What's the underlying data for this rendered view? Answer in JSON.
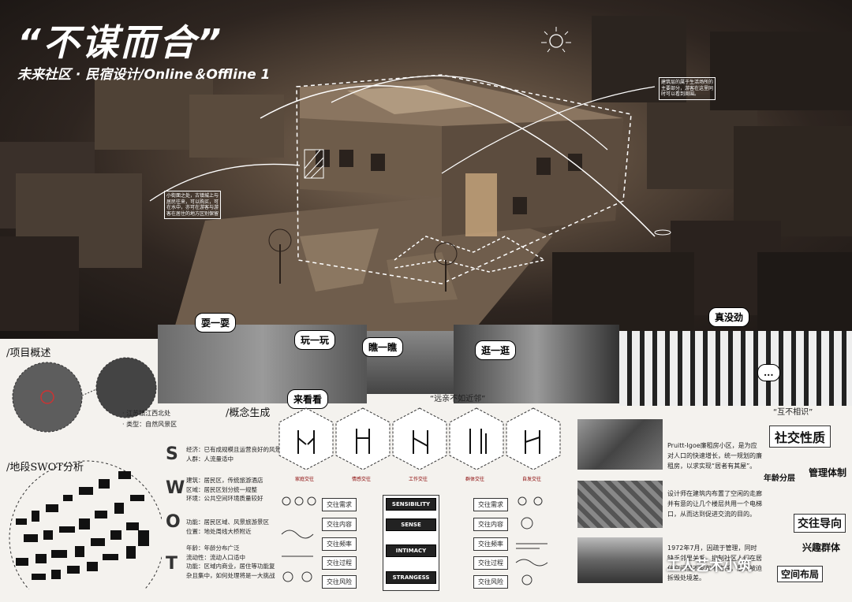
{
  "header": {
    "title": "“不谋而合”",
    "subtitle": "未来社区 · 民宿设计/Online＆Offline 1"
  },
  "hero_notes": {
    "left": "小街面之处，古镇城上与居民往来，可以购买，可在水中，亦可在游客与游客在居住的地方区别保留",
    "right": "建筑层的属于生活场所的主要部分，游客在这里同时可以看到周围。"
  },
  "bubbles": {
    "b1": "耍一耍",
    "b2": "玩一玩",
    "b3": "瞧一瞧",
    "b4": "来看看",
    "b5": "逛一逛",
    "b6": "真没劲",
    "b7": "..."
  },
  "project": {
    "title": "/项目概述",
    "location": "· 江苏镇江西北处",
    "type": "· 类型：自然风景区"
  },
  "swot": {
    "title": "/地段SWOT分析",
    "s_text": [
      "经济：已有成规模且运营良好的风景区",
      "人群：人流量适中"
    ],
    "w_text": [
      "建筑：居民区，传统旅游酒店",
      "区域：居民区划分统一规整",
      "环境：公共空间环境质量较好"
    ],
    "o_text": [
      "功能：居民区域、风景旅游景区",
      "位置：地处周线大桥附近"
    ],
    "t_text": [
      "年龄：年龄分布广泛",
      "流动性：流动人口适中",
      "功能：区域内商业，居住等功能复杂且集中，如何处理将是一大挑战"
    ]
  },
  "concept": {
    "title": "/概念生成",
    "quote": "“远亲不如近邻”",
    "hex_labels": [
      "家庭交往",
      "情感交往",
      "工作交往",
      "群体交往",
      "自发交往"
    ],
    "left_boxes": [
      "交往需求",
      "交往内容",
      "交往频率",
      "交往过程",
      "交往风险"
    ],
    "right_boxes": [
      "交往需求",
      "交往内容",
      "交往频率",
      "交往过程",
      "交往风险"
    ],
    "center_boxes": [
      "SENSIBILITY",
      "SENSE",
      "INTIMACY",
      "STRANGESS"
    ]
  },
  "right": {
    "quote": "“互不相识”",
    "text1": "Pruitt-Igoe廉租房小区，是为应对人口的快速增长，统一规划的廉租房，以求实现“居者有其屋”。",
    "text2": "设计师在建筑内布置了空闲的走廊并有意的让几个楼层共用一个电梯口，从而达到促进交流的目的。",
    "text3": "1972年7月，因疏于管理，同时缺乏邻里关系，抑制社区人们在居住空间里不安和不信任，最终被迫拆毁处境差。",
    "labels": [
      "社交性质",
      "年龄分层",
      "管理体制",
      "交往导向",
      "兴趣群体",
      "空间布局"
    ]
  },
  "watermark": "工人艺术小筑"
}
